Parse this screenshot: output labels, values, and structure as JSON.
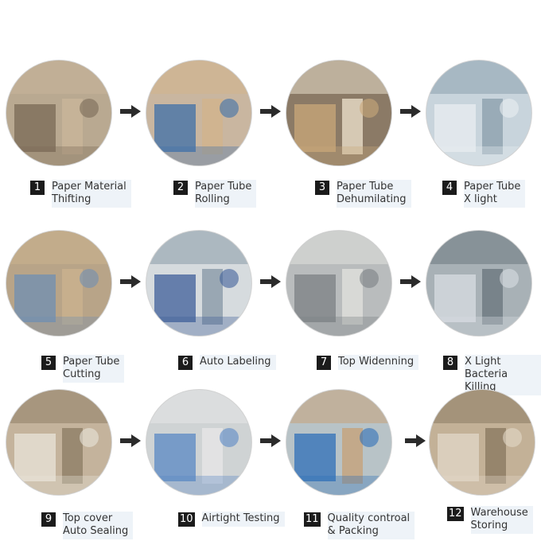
{
  "steps": [
    {
      "number": "1",
      "label": "Paper Material\nThifting"
    },
    {
      "number": "2",
      "label": "Paper Tube\nRolling"
    },
    {
      "number": "3",
      "label": "Paper Tube\nDehumilating"
    },
    {
      "number": "4",
      "label": "Paper Tube\nX light"
    },
    {
      "number": "5",
      "label": "Paper Tube\nCutting"
    },
    {
      "number": "6",
      "label": "Auto Labeling"
    },
    {
      "number": "7",
      "label": "Top Widenning"
    },
    {
      "number": "8",
      "label": "X Light\nBacteria Killing"
    },
    {
      "number": "9",
      "label": "Top cover\nAuto Sealing"
    },
    {
      "number": "10",
      "label": "Airtight Testing"
    },
    {
      "number": "11",
      "label": "Quality controal\n& Packing"
    },
    {
      "number": "12",
      "label": "Warehouse\nStoring"
    }
  ],
  "icons": {
    "photo": "factory-photo",
    "arrow": "arrow-right-icon"
  },
  "colors": {
    "arrow": "#2b2b2b",
    "number_badge": "#1b1b1b",
    "label_bg": "#eef3f8",
    "text": "#333333"
  }
}
